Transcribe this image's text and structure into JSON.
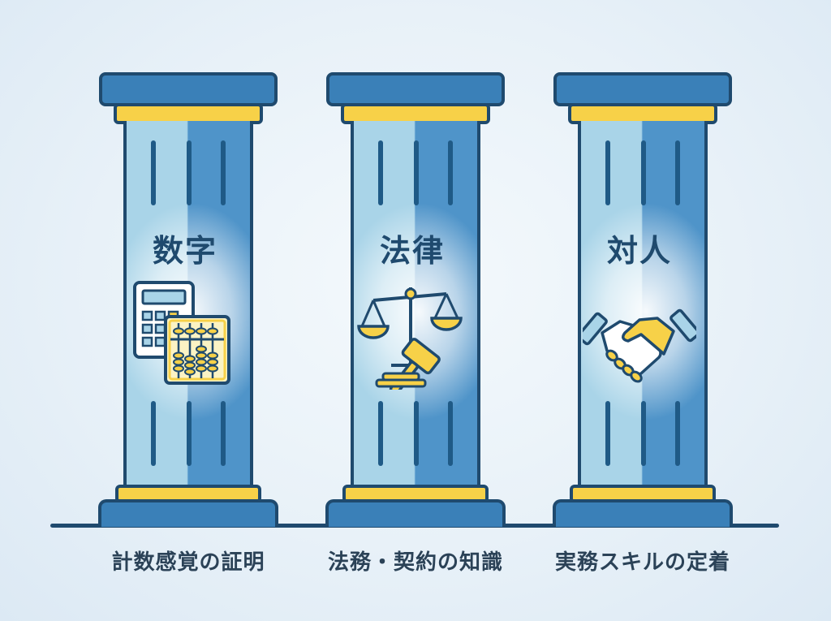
{
  "pillars": [
    {
      "title": "数字",
      "icon": "calculator-abacus-icon",
      "caption": "計数感覚の証明"
    },
    {
      "title": "法律",
      "icon": "scales-gavel-icon",
      "caption": "法務・契約の知識"
    },
    {
      "title": "対人",
      "icon": "handshake-icon",
      "caption": "実務スキルの定着"
    }
  ],
  "colors": {
    "outline": "#1f4a6e",
    "cap_blue": "#3a80b8",
    "accent_yellow": "#f7d148",
    "shaft_light": "#a9d4e8",
    "shaft_dark": "#4f94c9",
    "text": "#2b4257"
  }
}
